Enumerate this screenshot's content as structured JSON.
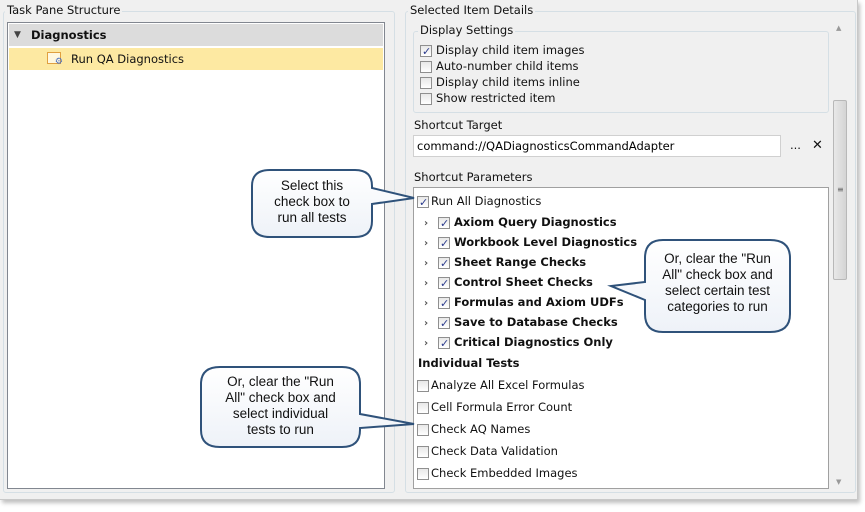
{
  "left_panel": {
    "title": "Task Pane Structure",
    "tree": [
      {
        "label": "Diagnostics",
        "expanded": true
      },
      {
        "label": "Run QA Diagnostics",
        "selected": true
      }
    ]
  },
  "right_panel": {
    "title": "Selected Item Details",
    "display_settings": {
      "title": "Display Settings",
      "options": [
        {
          "label": "Display child item images",
          "checked": true
        },
        {
          "label": "Auto-number child items",
          "checked": false
        },
        {
          "label": "Display child items inline",
          "checked": false
        },
        {
          "label": "Show restricted item",
          "checked": false
        }
      ]
    },
    "shortcut_target": {
      "label": "Shortcut Target",
      "value": "command://QADiagnosticsCommandAdapter",
      "browse_label": "...",
      "clear_label": "✕"
    },
    "shortcut_parameters": {
      "label": "Shortcut Parameters",
      "run_all": {
        "label": "Run All Diagnostics",
        "checked": true
      },
      "categories": [
        {
          "label": "Axiom Query Diagnostics",
          "checked": true
        },
        {
          "label": "Workbook Level Diagnostics",
          "checked": true
        },
        {
          "label": "Sheet Range Checks",
          "checked": true
        },
        {
          "label": "Control Sheet Checks",
          "checked": true
        },
        {
          "label": "Formulas and Axiom UDFs",
          "checked": true
        },
        {
          "label": "Save to Database Checks",
          "checked": true
        },
        {
          "label": "Critical Diagnostics Only",
          "checked": true
        }
      ],
      "individual_header": "Individual Tests",
      "individual": [
        {
          "label": "Analyze All Excel Formulas",
          "checked": false
        },
        {
          "label": "Cell Formula Error Count",
          "checked": false
        },
        {
          "label": "Check AQ Names",
          "checked": false
        },
        {
          "label": "Check Data Validation",
          "checked": false
        },
        {
          "label": "Check Embedded Images",
          "checked": false
        }
      ]
    }
  },
  "callouts": {
    "run_all": [
      "Select this",
      "check box to",
      "run all tests"
    ],
    "categories": [
      "Or, clear the \"Run",
      "All\" check box and",
      "select certain test",
      "categories to run"
    ],
    "individual": [
      "Or, clear the \"Run",
      "All\" check box and",
      "select individual",
      "tests to run"
    ]
  },
  "colors": {
    "selected_row": "#fde9a2",
    "header_row": "#dcdcdc",
    "callout_border": "#2f527a",
    "check": "#2a3a8c"
  }
}
